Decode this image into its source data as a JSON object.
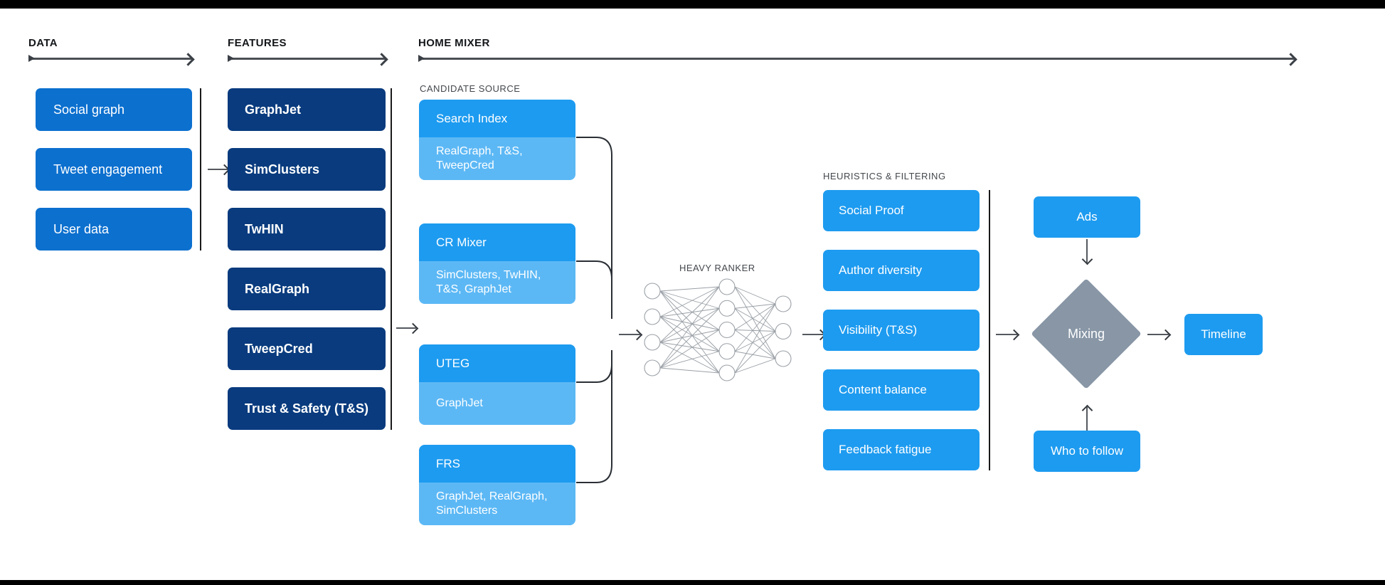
{
  "sections": {
    "data": {
      "title": "DATA"
    },
    "features": {
      "title": "FEATURES"
    },
    "home_mixer": {
      "title": "HOME MIXER"
    },
    "candidate_source": {
      "title": "CANDIDATE SOURCE"
    },
    "heavy_ranker": {
      "title": "HEAVY RANKER"
    },
    "heuristics": {
      "title": "HEURISTICS & FILTERING"
    }
  },
  "data_boxes": [
    {
      "label": "Social graph"
    },
    {
      "label": "Tweet engagement"
    },
    {
      "label": "User data"
    }
  ],
  "feature_boxes": [
    {
      "label": "GraphJet"
    },
    {
      "label": "SimClusters"
    },
    {
      "label": "TwHIN"
    },
    {
      "label": "RealGraph"
    },
    {
      "label": "TweepCred"
    },
    {
      "label": "Trust & Safety (T&S)"
    }
  ],
  "candidate_sources": [
    {
      "name": "Search Index",
      "features": "RealGraph, T&S,\nTweepCred"
    },
    {
      "name": "CR Mixer",
      "features": "SimClusters, TwHIN,\nT&S, GraphJet"
    },
    {
      "name": "UTEG",
      "features": "GraphJet"
    },
    {
      "name": "FRS",
      "features": "GraphJet, RealGraph,\nSimClusters"
    }
  ],
  "heuristic_boxes": [
    {
      "label": "Social Proof"
    },
    {
      "label": "Author diversity"
    },
    {
      "label": "Visibility (T&S)"
    },
    {
      "label": "Content balance"
    },
    {
      "label": "Feedback fatigue"
    }
  ],
  "mixing": {
    "ads_label": "Ads",
    "mixing_label": "Mixing",
    "who_to_follow_label": "Who to follow",
    "timeline_label": "Timeline"
  },
  "neural_net": {
    "input_nodes": 4,
    "hidden_nodes": 5,
    "output_nodes": 3
  },
  "colors": {
    "blue": "#0c70cf",
    "navy": "#093b7e",
    "light_blue": "#1d9bf0",
    "pale_blue": "#5cb8f5",
    "diamond_gray": "#8896a6",
    "line_gray": "#54595f",
    "text_dark": "#14171a"
  }
}
